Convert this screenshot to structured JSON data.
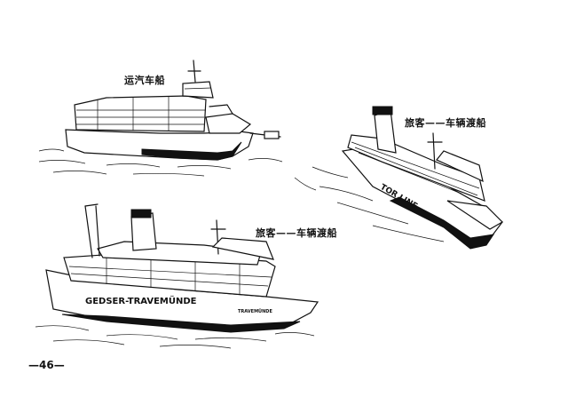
{
  "illustration": {
    "labels": {
      "car_carrier": "运汽车船",
      "ferry_right": "旅客——车辆渡船",
      "ferry_bottom": "旅客——车辆渡船"
    },
    "hull_markings": {
      "ferry_right_side": "TOR LINE",
      "ferry_bottom_side": "GEDSER-TRAVEMÜNDE",
      "ferry_bottom_stern": "TRAVEMÜNDE"
    },
    "page_number": "—46—"
  }
}
